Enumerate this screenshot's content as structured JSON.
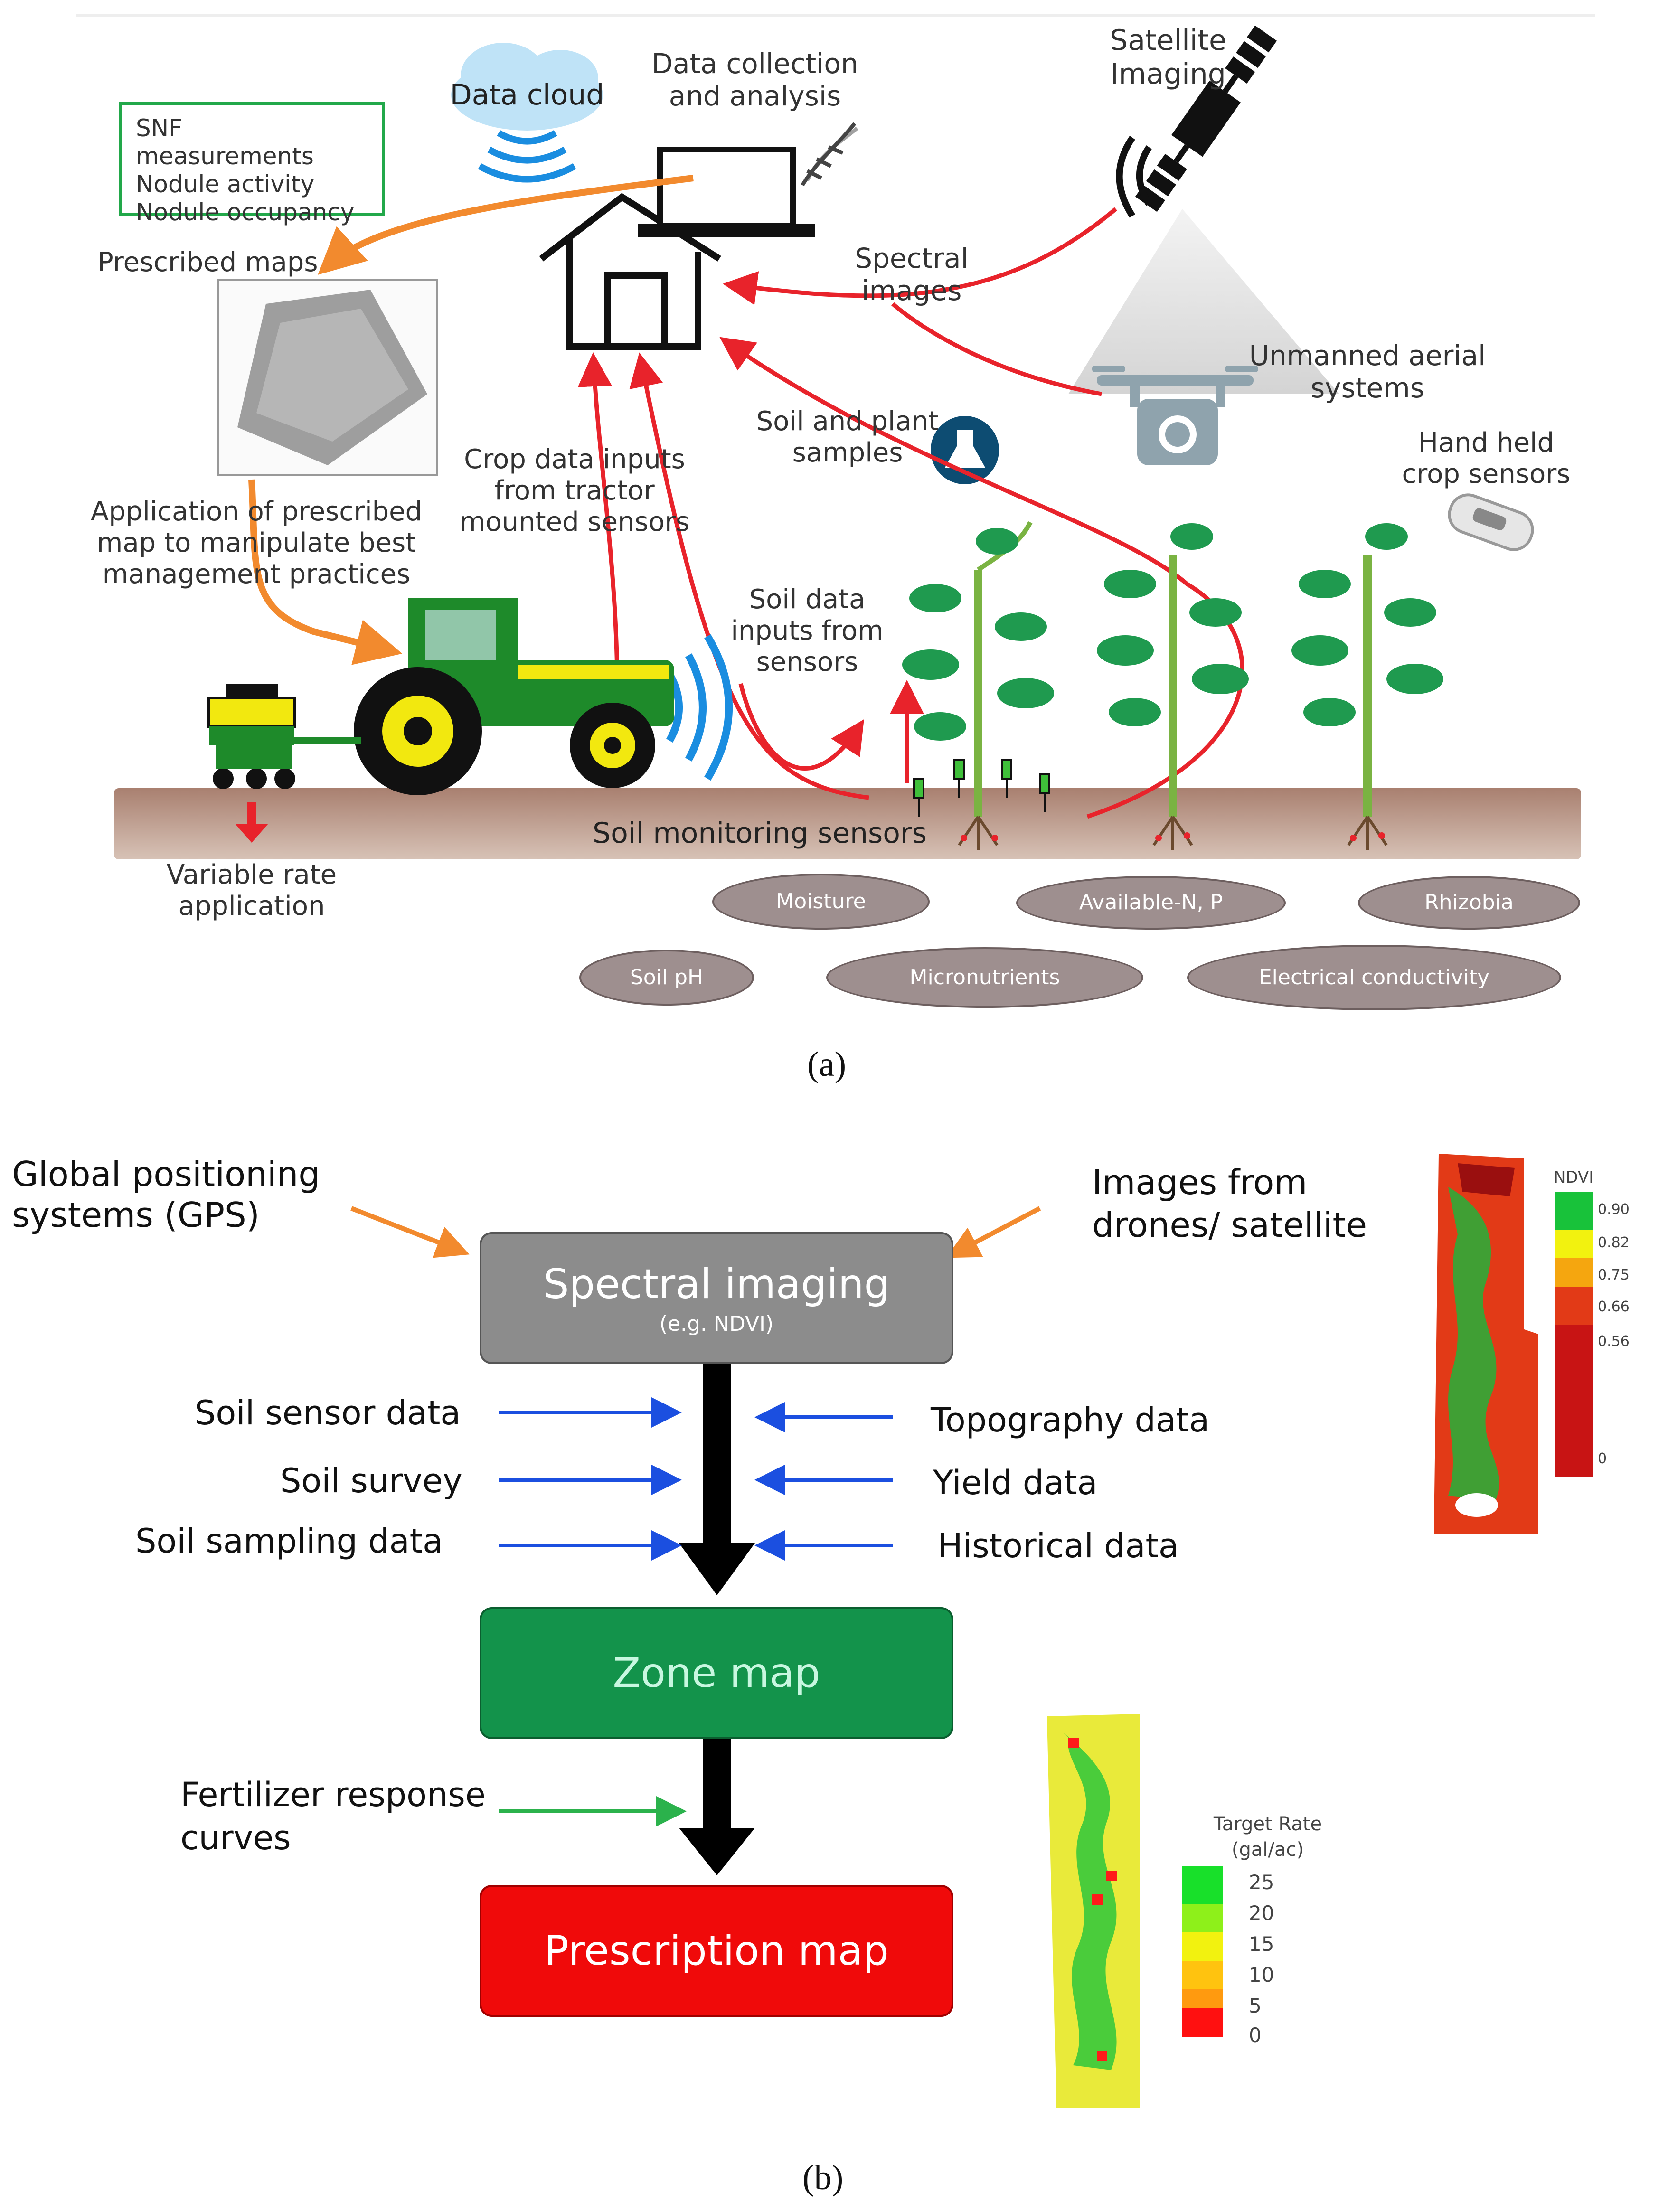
{
  "panel_a": {
    "satellite_imaging": "Satellite Imaging",
    "data_cloud": "Data cloud",
    "data_collection": "Data collection and analysis",
    "snf_box": [
      "SNF measurements",
      "Nodule activity",
      "Nodule occupancy"
    ],
    "prescribed_maps": "Prescribed maps",
    "spectral_images": "Spectral images",
    "unmanned_aerial": "Unmanned aerial systems",
    "soil_plant_samples": "Soil and plant samples",
    "hand_held": "Hand held crop sensors",
    "crop_data_inputs": "Crop data inputs from tractor mounted sensors",
    "application": "Application of prescribed map to manipulate best management practices",
    "soil_data_inputs": "Soil data inputs from sensors",
    "soil_monitoring": "Soil monitoring sensors",
    "variable_rate": "Variable rate application",
    "ellipses": {
      "moisture": "Moisture",
      "available_np": "Available-N, P",
      "rhizobia": "Rhizobia",
      "soil_ph": "Soil pH",
      "micronutrients": "Micronutrients",
      "ec": "Electrical conductivity"
    },
    "caption": "(a)"
  },
  "panel_b": {
    "gps": "Global positioning systems (GPS)",
    "images_from": "Images from drones/ satellite",
    "spectral_imaging": "Spectral imaging",
    "spectral_sub": "(e.g. NDVI)",
    "soil_sensor": "Soil sensor data",
    "soil_survey": "Soil survey",
    "soil_sampling": "Soil sampling data",
    "topography": "Topography data",
    "yield": "Yield data",
    "historical": "Historical data",
    "zone_map": "Zone map",
    "fertilizer": "Fertilizer response curves",
    "prescription_map": "Prescription map",
    "ndvi_legend": {
      "title": "NDVI",
      "values": [
        "0.90",
        "0.82",
        "0.75",
        "0.66",
        "0.56",
        "0"
      ]
    },
    "target_rate_legend": {
      "title": "Target Rate (gal/ac)",
      "values": [
        "25",
        "20",
        "15",
        "10",
        "5",
        "0"
      ]
    },
    "caption": "(b)"
  },
  "colors": {
    "red_arrow": "#e8232b",
    "orange_arrow": "#f28a2e",
    "blue_arrow": "#1b4fe0",
    "green_arrow": "#2bb24c",
    "spectral_box": "#8c8c8c",
    "zone_box": "#13934b",
    "prescription_box": "#f00a0a",
    "tractor_green": "#1e8a2a",
    "tractor_yellow": "#f2e80f",
    "soil": "#b89383",
    "ellipse": "#9e8f8f"
  }
}
